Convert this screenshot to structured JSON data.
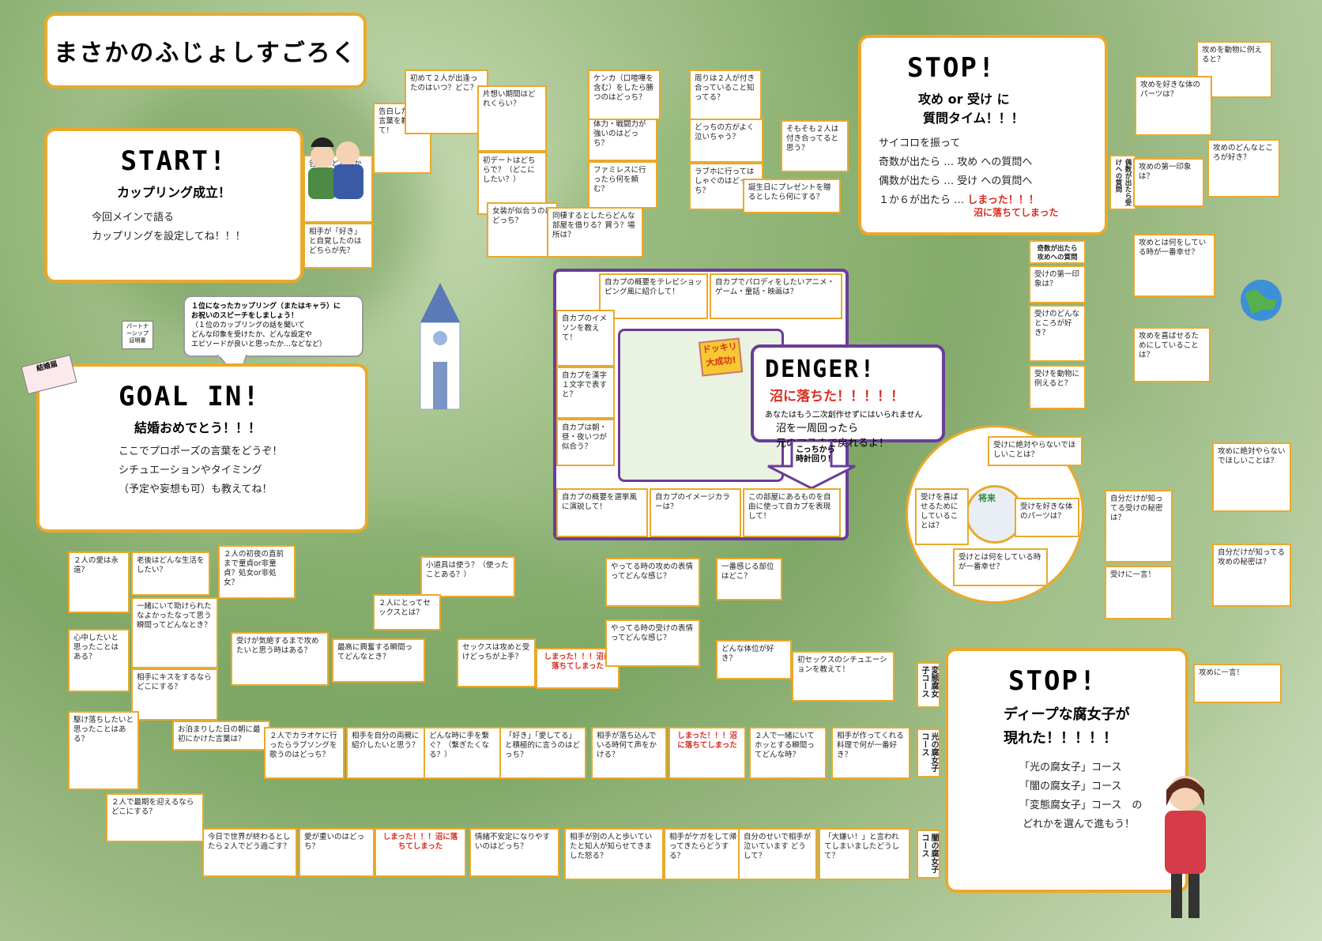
{
  "title": "まさかのふじょしすごろく",
  "start": {
    "heading": "START!",
    "sub": "カップリング成立！",
    "line1": "今回メインで語る",
    "line2": "カップリングを設定してね！！！"
  },
  "goal": {
    "heading": "GOAL IN!",
    "sub": "結婚おめでとう！！！",
    "line1": "ここでプロポーズの言葉をどうぞ！",
    "line2": "シチュエーションやタイミング",
    "line3": "（予定や妄想も可）も教えてね！"
  },
  "speech": {
    "line1": "１位になったカップリング（またはキャラ）に",
    "line2": "お祝いのスピーチをしましょう！",
    "line3": "（１位のカップリングの話を聞いて",
    "line4": "どんな印象を受けたか、どんな設定や",
    "line5": "エピソードが良いと思ったか…などなど）"
  },
  "stop1": {
    "heading": "STOP!",
    "sub1": "攻め or 受け に",
    "sub2": "質問タイム！！！",
    "line1": "サイコロを振って",
    "line2": "奇数が出たら … 攻め への質問へ",
    "line3": "偶数が出たら … 受け への質問へ",
    "line4a": "１か６が出たら …",
    "line4b": "しまった！！！",
    "line4c": "沼に落ちてしまった"
  },
  "stop2": {
    "heading": "STOP!",
    "sub1": "ディープな腐女子が",
    "sub2": "現れた！！！！！",
    "line1": "「光の腐女子」コース",
    "line2": "「闇の腐女子」コース",
    "line3": "「変態腐女子」コース　の",
    "line4": "どれかを選んで進もう！"
  },
  "denger": {
    "heading": "DENGER!",
    "sub": "沼に落ちた！！！！！",
    "line1": "あなたはもう二次創作せずにはいられません",
    "line2": "沼を一周回ったら",
    "line3": "元のマスまで戻れるよ！",
    "arrow1": "こっちから",
    "arrow2": "時計回り！"
  },
  "badges": {
    "dokkiri1": "ドッキリ",
    "dokkiri2": "大成功!",
    "future": "将来",
    "cert": "パートナーシップ証明書",
    "marriage": "結婚届"
  },
  "top_cells": [
    "相手が「好き」と自覚したのはどちらが先？",
    "告白はどちらから？",
    "告白した時の言葉を教えて！",
    "初めて２人が出逢ったのはいつ？どこ？",
    "片想い期間はどれくらい？",
    "初デートはどちらで？（どこにしたい？）",
    "女装が似合うのはどっち？",
    "同棲するとしたらどんな部屋を借りる？買う？場所は？",
    "ファミレスに行ったら何を頼む？",
    "体力・戦闘力が強いのはどっち？",
    "ケンカ（口喧嘩を含む）をしたら勝つのはどっち？",
    "周りは２人が付き合っていること知ってる？",
    "どっちの方がよく泣いちゃう？",
    "ラブホに行ってはしゃぐのはどっち？",
    "誕生日にプレゼントを贈るとしたら何にする？",
    "そもそも２人は付き合ってると思う？"
  ],
  "seme_cells": [
    "攻めを動物に例えると？",
    "攻めを好きな体のパーツは？",
    "攻めのどんなところが好き？",
    "攻めの第一印象は？",
    "攻めとは何をしている時が一番幸せ？",
    "攻めを喜ばせるためにしていることは？",
    "攻めに絶対やらないでほしいことは？",
    "自分だけが知ってる攻めの秘密は？",
    "攻めに一言！"
  ],
  "even_label": "偶数が出たら受けへの質問",
  "odd_label": "奇数が出たら攻めへの質問",
  "uke_cells": [
    "受けの第一印象は？",
    "受けのどんなところが好き？",
    "受けを動物に例えると？",
    "受けに絶対やらないでほしいことは？",
    "受けを好きな体のパーツは？",
    "受けとは何をしている時が一番幸せ？",
    "受けを喜ばせるためにしていることは？",
    "自分だけが知ってる受けの秘密は？",
    "受けに一言！"
  ],
  "center_cells": [
    "自カプの概要をテレビショッピング風に紹介して！",
    "自カプでパロディをしたいアニメ・ゲーム・童話・映画は？",
    "自カプのイメソンを教えて！",
    "自カプを漢字１文字で表すと？",
    "自カプは朝・昼・夜いつが似合う？",
    "自カプの概要を選挙風に演説して！",
    "自カプのイメージカラーは？",
    "この部屋にあるものを自由に使って自カプを表現して！"
  ],
  "mid_cells": [
    "２人の初夜の直前まで童貞or非童貞？処女or非処女？",
    "小道具は使う？（使ったことある？）",
    "２人にとってセックスとは？",
    "受けが気絶するまで攻めたいと思う時はある？",
    "最高に興奮する瞬間ってどんなとき？",
    "セックスは攻めと受けどっちが上手？",
    "しまった！！！沼に落ちてしまった",
    "やってる時の攻めの表情ってどんな感じ？",
    "やってる時の受けの表情ってどんな感じ？",
    "一番感じる部位はどこ？",
    "どんな体位が好き？",
    "初セックスのシチュエーションを教えて！"
  ],
  "left_cells": [
    "２人の愛は永遠？",
    "老後はどんな生活をしたい？",
    "一緒にいて助けられたなよかったなって思う瞬間ってどんなとき？",
    "心中したいと思ったことはある？",
    "相手にキスをするならどこにする？",
    "駆け落ちしたいと思ったことはある？",
    "お泊まりした日の朝に最初にかけた言葉は？",
    "２人で最期を迎えるならどこにする？"
  ],
  "row1_cells": [
    "２人でカラオケに行ったらラブソングを歌うのはどっち？",
    "相手を自分の両親に紹介したいと思う？",
    "どんな時に手を繋ぐ？（繋ぎたくなる？）",
    "「好き」「愛してる」と積極的に言うのはどっち？",
    "相手が落ち込んでいる時何て声をかける？",
    "しまった！！！沼に落ちてしまった",
    "２人で一緒にいてホッとする瞬間ってどんな時？",
    "相手が作ってくれる料理で何が一番好き？"
  ],
  "row2_cells": [
    "今日で世界が終わるとしたら２人でどう過ごす？",
    "愛が重いのはどっち？",
    "しまった！！！沼に落ちてしまった",
    "情緒不安定になりやすいのはどっち？",
    "相手が別の人と歩いていたと知人が知らせてきました怒る？",
    "相手がケガをして帰ってきたらどうする？",
    "自分のせいで相手が泣いています どうして？",
    "「大嫌い！」と言われてしまいましたどうして？"
  ],
  "course": {
    "hentai": "変態腐女子コース",
    "hikari": "光の腐女子コース",
    "yami": "闇の腐女子コース"
  },
  "colors": {
    "border": "#e9a92b",
    "red": "#d92d20",
    "purple": "#6a3d9a"
  }
}
